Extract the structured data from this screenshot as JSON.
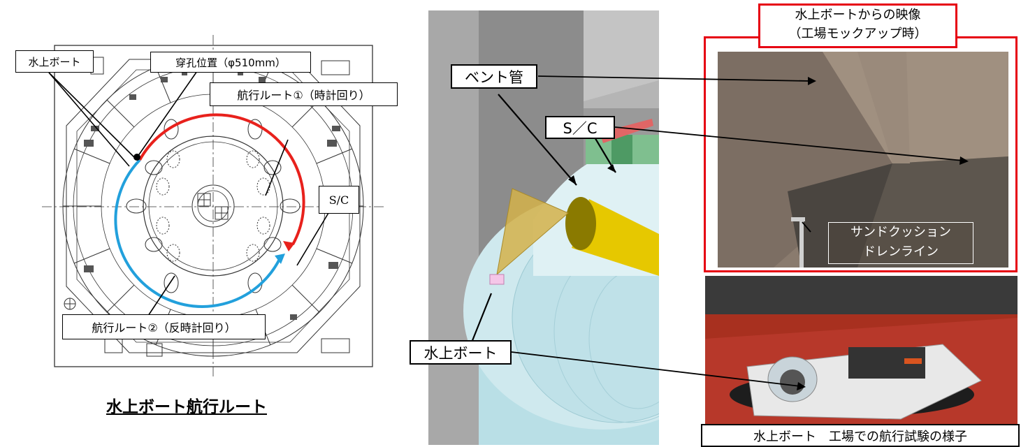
{
  "plan": {
    "title": "水上ボート航行ルート",
    "label_boat": "水上ボート",
    "label_hole": "穿孔位置（φ510mm）",
    "label_route1": "航行ルート①（時計回り）",
    "label_route2": "航行ルート②（反時計回り）",
    "label_sc": "S/C",
    "colors": {
      "route1": "#e8211c",
      "route2": "#22a0dc"
    }
  },
  "model3d": {
    "label_vent": "ベント管",
    "label_sc": "S／C",
    "label_boat": "水上ボート"
  },
  "photos": {
    "video_title_line1": "水上ボートからの映像",
    "video_title_line2": "（工場モックアップ時）",
    "drain_line1": "サンドクッション",
    "drain_line2": "ドレンライン",
    "trial_caption": "水上ボート　工場での航行試験の様子",
    "frame_color": "#e60012"
  }
}
